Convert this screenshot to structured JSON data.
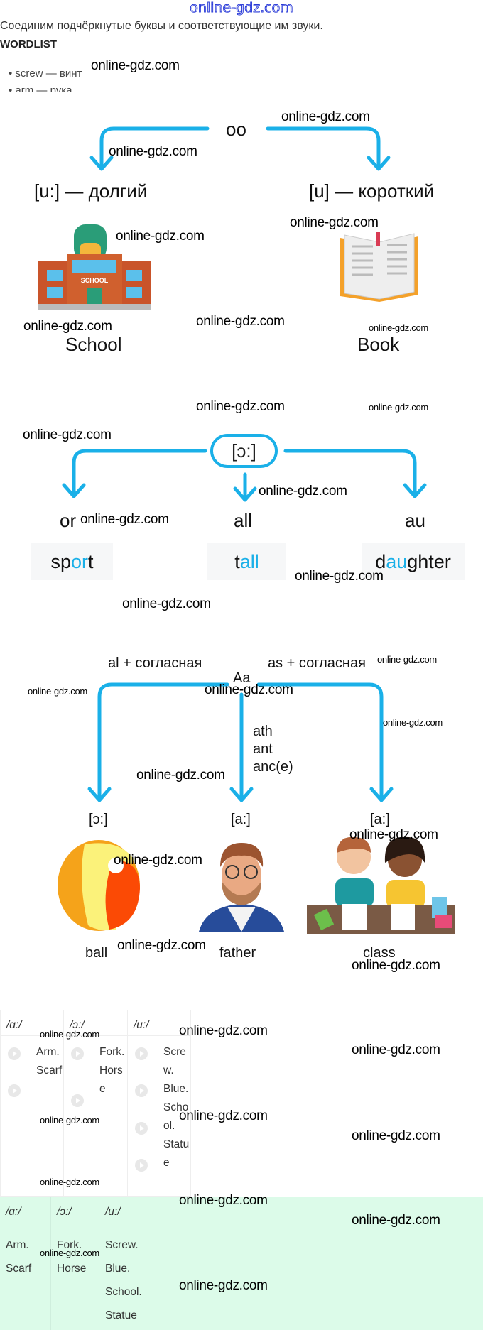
{
  "watermark": "online-gdz.com",
  "intro": "Соединим подчёркнутые буквы и соответствующие им звуки.",
  "wordlist": {
    "title": "WORDLIST",
    "items": [
      "screw — винт",
      "arm — рука"
    ]
  },
  "diagram1": {
    "root": "oo",
    "left_sound": "[u:] — долгий",
    "right_sound": "[u] — короткий",
    "left_word": "School",
    "right_word": "Book",
    "school_sign": "SCHOOL"
  },
  "diagram2": {
    "root": "[ɔ:]",
    "spellings": [
      "or",
      "all",
      "au"
    ],
    "words": [
      {
        "pre": "sp",
        "hl": "or",
        "post": "t"
      },
      {
        "pre": "t",
        "hl": "all",
        "post": ""
      },
      {
        "pre": "d",
        "hl": "au",
        "post": "ghter"
      }
    ]
  },
  "diagram3": {
    "root": "Aa",
    "left_rule": "al + согласная",
    "right_rule": "as + согласная",
    "middle_rules": [
      "ath",
      "ant",
      "anc(e)"
    ],
    "sounds": [
      "[ɔ:]",
      "[a:]",
      "[a:]"
    ],
    "words": [
      "ball",
      "father",
      "class"
    ]
  },
  "table1": {
    "headers": [
      "/ɑ:/",
      "/ɔ:/",
      "/u:/"
    ],
    "cols": [
      [
        "Arm.",
        "Scarf"
      ],
      [
        "Fork.",
        "Horse"
      ],
      [
        "Screw.",
        "Blue.",
        "School.",
        "Statue"
      ]
    ]
  },
  "table2": {
    "headers": [
      "/ɑ:/",
      "/ɔ:/",
      "/u:/"
    ],
    "cols": [
      [
        "Arm.",
        "Scarf"
      ],
      [
        "Fork.",
        "Horse"
      ],
      [
        "Screw.",
        "Blue.",
        "School.",
        "Statue"
      ]
    ]
  },
  "colors": {
    "accent": "#1ab0e8",
    "answer_bg": "#dcfbe9"
  }
}
